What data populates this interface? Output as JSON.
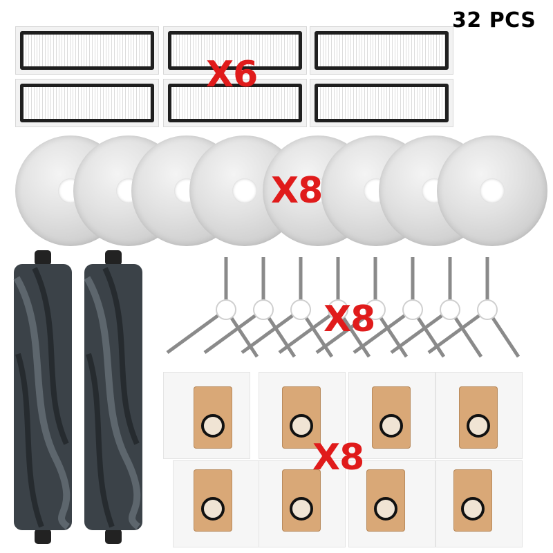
{
  "badge": {
    "total": "32 PCS"
  },
  "groups": {
    "filters": {
      "multiplier": "X6",
      "count": 6
    },
    "mop_pads": {
      "multiplier": "X8",
      "count": 8
    },
    "side_brushes": {
      "multiplier": "X8",
      "count": 8
    },
    "dust_bags": {
      "multiplier": "X8",
      "count": 8
    },
    "main_brushes": {
      "count": 2
    }
  },
  "colors": {
    "multiplier": "#e01b1b",
    "bag": "#d9a877",
    "brush_roller": "#3b4248",
    "filter_frame": "#1f1f1f"
  }
}
